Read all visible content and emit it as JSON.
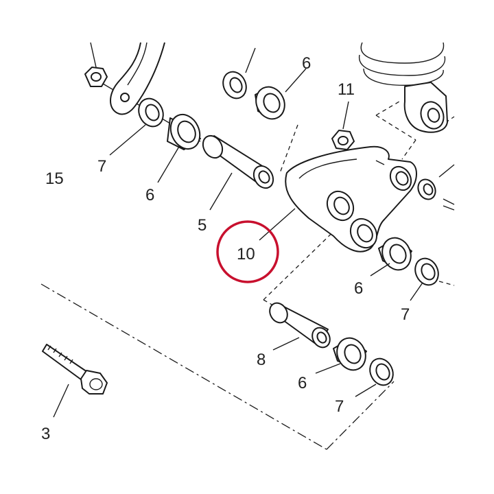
{
  "labels": {
    "l15": "15",
    "l7a": "7",
    "l6a": "6",
    "l5": "5",
    "l6b": "6",
    "l11": "11",
    "l10": "10",
    "l6c": "6",
    "l7b": "7",
    "l8": "8",
    "l6d": "6",
    "l7c": "7",
    "l3": "3"
  },
  "highlight_color": "#c8102e"
}
